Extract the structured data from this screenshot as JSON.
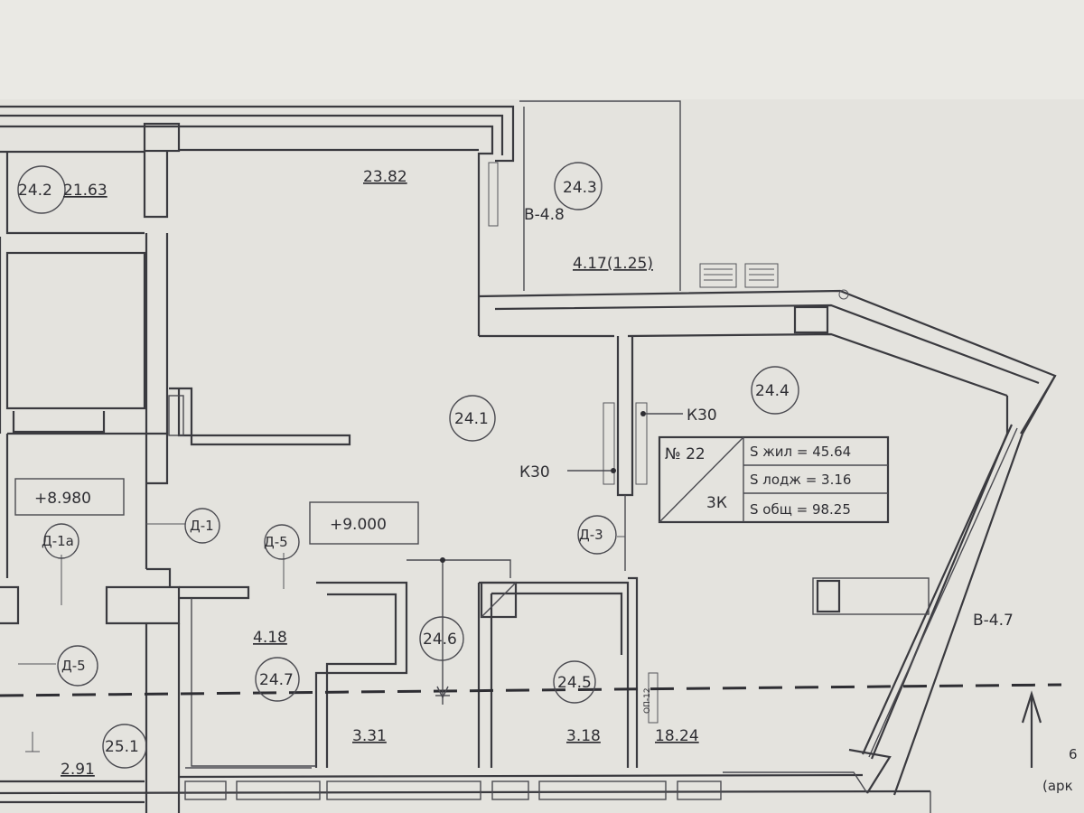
{
  "rooms": {
    "r24_2": {
      "code": "24.2",
      "area": "21.63"
    },
    "r24_1": {
      "code": "24.1",
      "area": "23.82"
    },
    "r24_3": {
      "code": "24.3",
      "area": "4.17(1.25)"
    },
    "r24_4": {
      "code": "24.4",
      "area": "18.24"
    },
    "r24_5": {
      "code": "24.5",
      "area": "3.18"
    },
    "r24_6": {
      "code": "24.6",
      "area": "3.31"
    },
    "r24_7": {
      "code": "24.7",
      "area": "4.18"
    },
    "r25_1": {
      "code": "25.1",
      "area": "2.91"
    }
  },
  "levels": {
    "left": "+8.980",
    "main": "+9.000"
  },
  "doors": {
    "d1": "Д-1",
    "d1a": "Д-1а",
    "d5a": "Д-5",
    "d5b": "Д-5",
    "d3": "Д-3"
  },
  "windows": {
    "w48": "В-4.8",
    "w47": "В-4.7",
    "w_side": "ОП-12"
  },
  "columns": {
    "k1": "К30",
    "k2": "К30"
  },
  "apartment": {
    "number": "№ 22",
    "type": "3К",
    "s_living": "S жил = 45.64",
    "s_balcony": "S лодж = 3.16",
    "s_total": "S общ = 98.25"
  },
  "edge_text": {
    "a": "6",
    "b": "(арк"
  }
}
